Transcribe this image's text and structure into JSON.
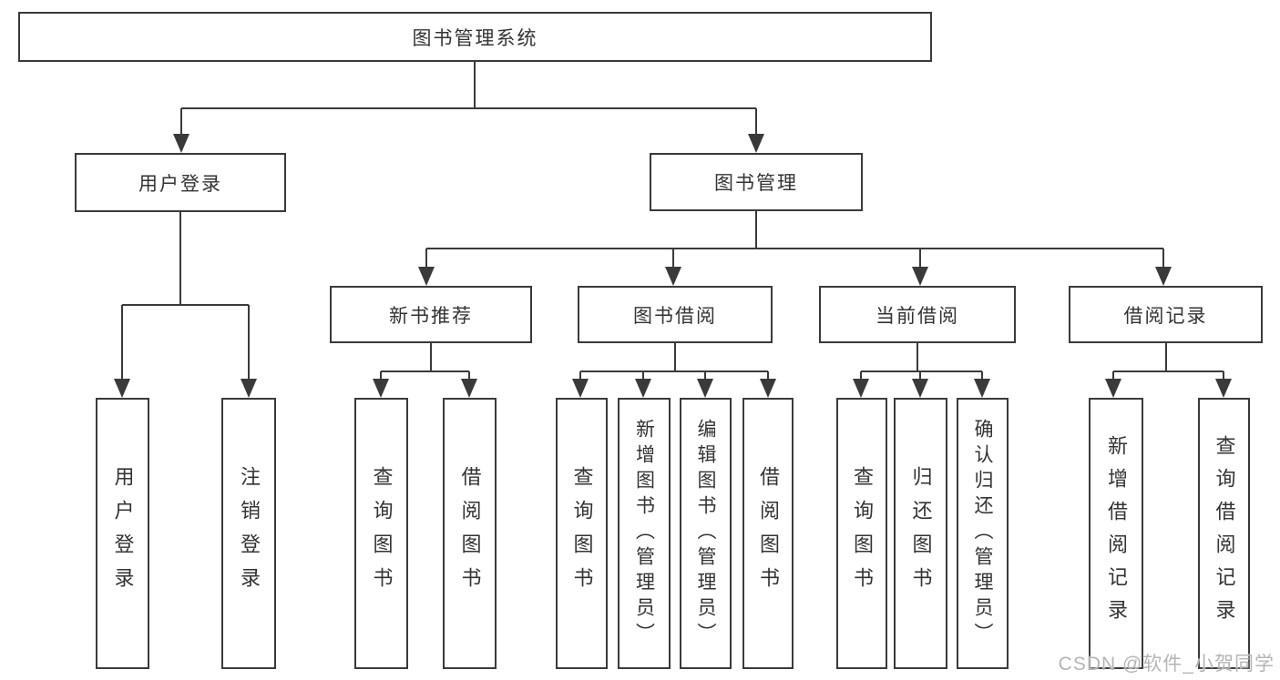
{
  "root": {
    "label": "图书管理系统"
  },
  "branches": [
    {
      "label": "用户登录",
      "children": [
        {
          "label": "用户登录"
        },
        {
          "label": "注销登录"
        }
      ]
    },
    {
      "label": "图书管理",
      "children": [
        {
          "label": "新书推荐",
          "children": [
            {
              "label": "查询图书"
            },
            {
              "label": "借阅图书"
            }
          ]
        },
        {
          "label": "图书借阅",
          "children": [
            {
              "label": "查询图书"
            },
            {
              "label": "新增图书（管理员）"
            },
            {
              "label": "编辑图书（管理员）"
            },
            {
              "label": "借阅图书"
            }
          ]
        },
        {
          "label": "当前借阅",
          "children": [
            {
              "label": "查询图书"
            },
            {
              "label": "归还图书"
            },
            {
              "label": "确认归还（管理员）"
            }
          ]
        },
        {
          "label": "借阅记录",
          "children": [
            {
              "label": "新增借阅记录"
            },
            {
              "label": "查询借阅记录"
            }
          ]
        }
      ]
    }
  ],
  "watermark": "CSDN @软件_小贺同学",
  "colors": {
    "line": "#3a3a3a",
    "text": "#333333",
    "watermark": "#b5b5b5",
    "background": "#ffffff"
  }
}
